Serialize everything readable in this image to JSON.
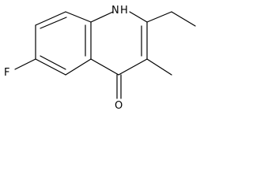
{
  "molecule": {
    "atoms": {
      "nh": "H",
      "n": "N",
      "o": "O",
      "f": "F"
    },
    "colors": {
      "bond": "#000000",
      "text": "#000000",
      "background": "#ffffff"
    }
  }
}
